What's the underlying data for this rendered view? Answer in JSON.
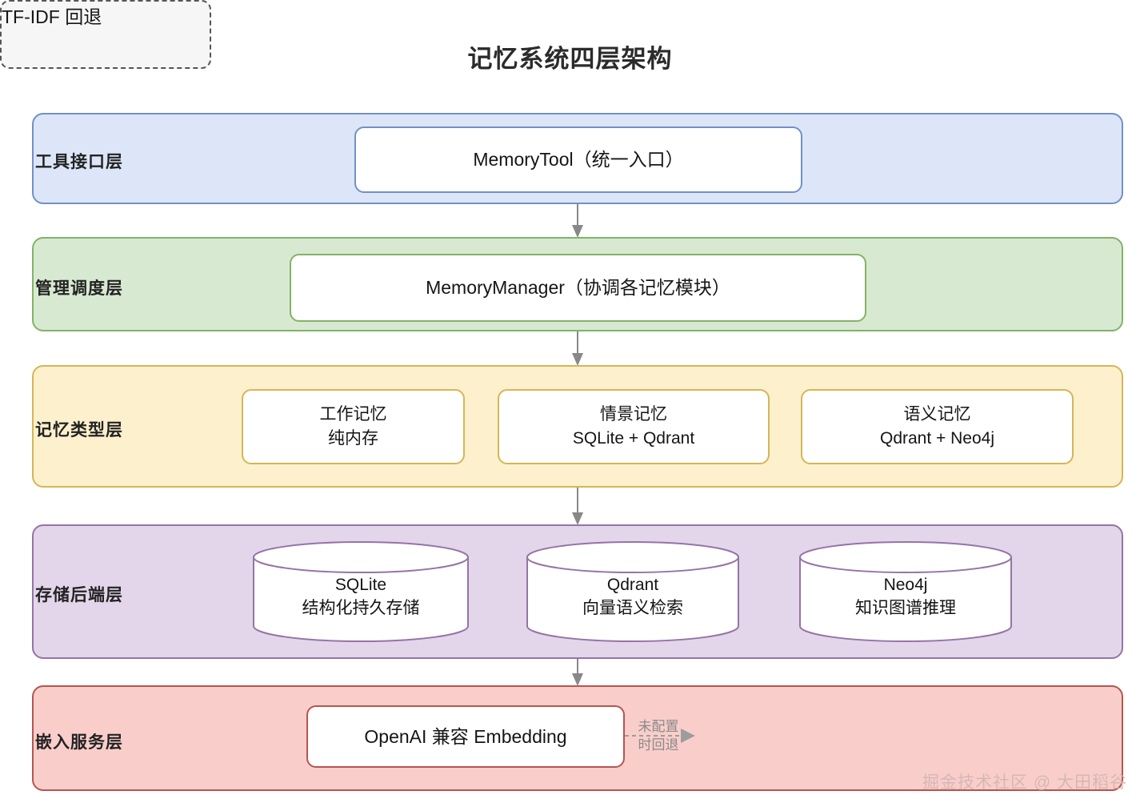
{
  "title": "记忆系统四层架构",
  "watermark": "掘金技术社区 @ 大田稻谷",
  "colors": {
    "tool_fill": "#dce6f8",
    "tool_border": "#7191c4",
    "manager_fill": "#d8e9d2",
    "manager_border": "#82b366",
    "type_fill": "#fdf0cd",
    "type_border": "#d6b656",
    "storage_fill": "#e3d6ea",
    "storage_border": "#9673a6",
    "embed_fill": "#f9ceca",
    "embed_border": "#b85450",
    "arrow": "#888888",
    "fallback_label": "#8a8a8a",
    "watermark": "#cfb3b3"
  },
  "layers": [
    {
      "id": "tool",
      "label": "工具接口层",
      "nodes": [
        {
          "id": "memorytool",
          "line1": "MemoryTool（统一入口）"
        }
      ]
    },
    {
      "id": "manager",
      "label": "管理调度层",
      "nodes": [
        {
          "id": "memorymanager",
          "line1": "MemoryManager（协调各记忆模块）"
        }
      ]
    },
    {
      "id": "type",
      "label": "记忆类型层",
      "nodes": [
        {
          "id": "working",
          "line1": "工作记忆",
          "line2": "纯内存"
        },
        {
          "id": "episodic",
          "line1": "情景记忆",
          "line2": "SQLite + Qdrant"
        },
        {
          "id": "semantic",
          "line1": "语义记忆",
          "line2": "Qdrant + Neo4j"
        }
      ]
    },
    {
      "id": "storage",
      "label": "存储后端层",
      "nodes": [
        {
          "id": "sqlite",
          "line1": "SQLite",
          "line2": "结构化持久存储"
        },
        {
          "id": "qdrant",
          "line1": "Qdrant",
          "line2": "向量语义检索"
        },
        {
          "id": "neo4j",
          "line1": "Neo4j",
          "line2": "知识图谱推理"
        }
      ]
    },
    {
      "id": "embed",
      "label": "嵌入服务层",
      "nodes": [
        {
          "id": "openai",
          "line1": "OpenAI 兼容 Embedding"
        },
        {
          "id": "tfidf",
          "line1": "TF-IDF 回退"
        }
      ]
    }
  ],
  "connectors": {
    "fallback_label_line1": "未配置",
    "fallback_label_line2": "时回退"
  }
}
